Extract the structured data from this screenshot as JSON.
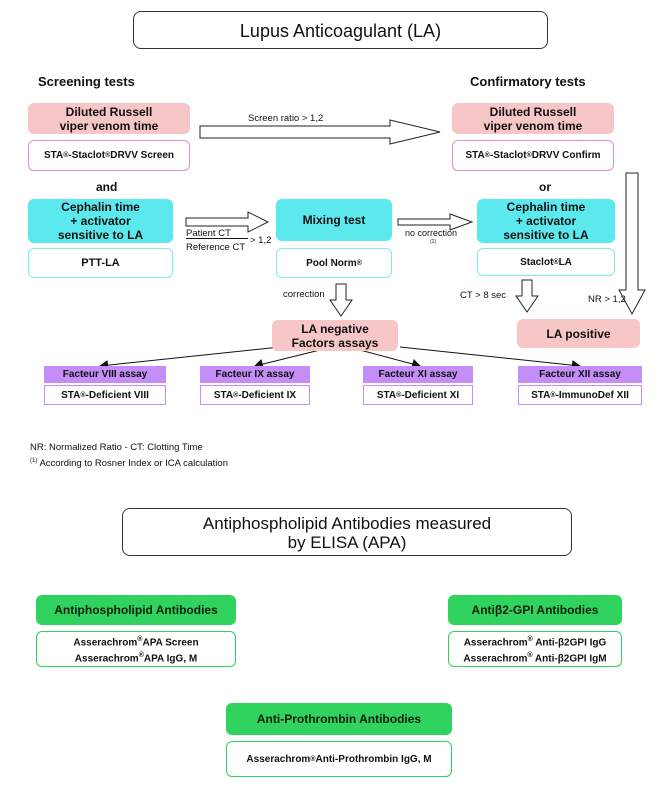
{
  "la": {
    "title": "Lupus Anticoagulant (LA)",
    "screening_heading": "Screening tests",
    "confirmatory_heading": "Confirmatory tests",
    "drvvt_screen": {
      "title_line1": "Diluted Russell",
      "title_line2": "viper venom time",
      "reagent_a": "STA",
      "reagent_b": "-Staclot",
      "reagent_c": "DRVV Screen"
    },
    "and_label": "and",
    "aptt": {
      "line1": "Cephalin time",
      "line2": "+ activator",
      "line3": "sensitive to LA",
      "reagent": "PTT-LA"
    },
    "mixing": {
      "title": "Mixing test",
      "reagent": "Pool Norm"
    },
    "drvvt_confirm": {
      "title_line1": "Diluted Russell",
      "title_line2": "viper venom time",
      "reagent_a": "STA",
      "reagent_b": "-Staclot",
      "reagent_c": "DRVV Confirm"
    },
    "or_label": "or",
    "aptt_confirm": {
      "line1": "Cephalin time",
      "line2": "+ activator",
      "line3": "sensitive to LA",
      "reagent": "Staclot",
      "reagent_suffix": " LA"
    },
    "arrows": {
      "screen_ratio": "Screen ratio > 1,2",
      "patient_ct": "Patient CT",
      "reference_ct": "Reference CT",
      "ratio_gt": "> 1,2",
      "no_correction": "no correction",
      "ref_mark": "(1)",
      "correction": "correction",
      "ct_8": "CT > 8 sec",
      "nr_12": "NR > 1,2"
    },
    "la_negative": {
      "line1": "LA negative",
      "line2": "Factors assays"
    },
    "la_positive": "LA positive",
    "factors": [
      {
        "title": "Facteur VIII assay",
        "reagent_a": "STA",
        "reagent_b": "-Deficient VIII"
      },
      {
        "title": "Facteur IX assay",
        "reagent_a": "STA",
        "reagent_b": "-Deficient IX"
      },
      {
        "title": "Facteur XI assay",
        "reagent_a": "STA",
        "reagent_b": "-Deficient XI"
      },
      {
        "title": "Facteur XII assay",
        "reagent_a": "STA",
        "reagent_b": "-ImmunoDef XII"
      }
    ],
    "notes": {
      "line1": "NR: Normalized Ratio - CT: Clotting Time",
      "line2_mark": "(1)",
      "line2": " According to Rosner Index or ICA calculation"
    }
  },
  "apa": {
    "title_line1": "Antiphospholipid Antibodies measured",
    "title_line2": "by ELISA (APA)",
    "antiphospholipid": {
      "title": "Antiphospholipid Antibodies",
      "r1a": "Asserachrom",
      "r1b": "APA Screen",
      "r2a": "Asserachrom",
      "r2b": "APA IgG, M"
    },
    "b2gpi": {
      "title": "Antiβ2-GPI Antibodies",
      "r1a": "Asserachrom",
      "r1b": " Anti-β2GPI IgG",
      "r2a": "Asserachrom",
      "r2b": " Anti-β2GPI IgM"
    },
    "prothrombin": {
      "title": "Anti-Prothrombin Antibodies",
      "r1a": "Asserachrom",
      "r1b": " Anti-Prothrombin IgG, M"
    },
    "registered": "®"
  },
  "colors": {
    "pink": "#f7c6c6",
    "pink_border": "#e78ad3",
    "cyan": "#5ce9ee",
    "purple": "#c48df7",
    "green": "#2fd35e"
  }
}
